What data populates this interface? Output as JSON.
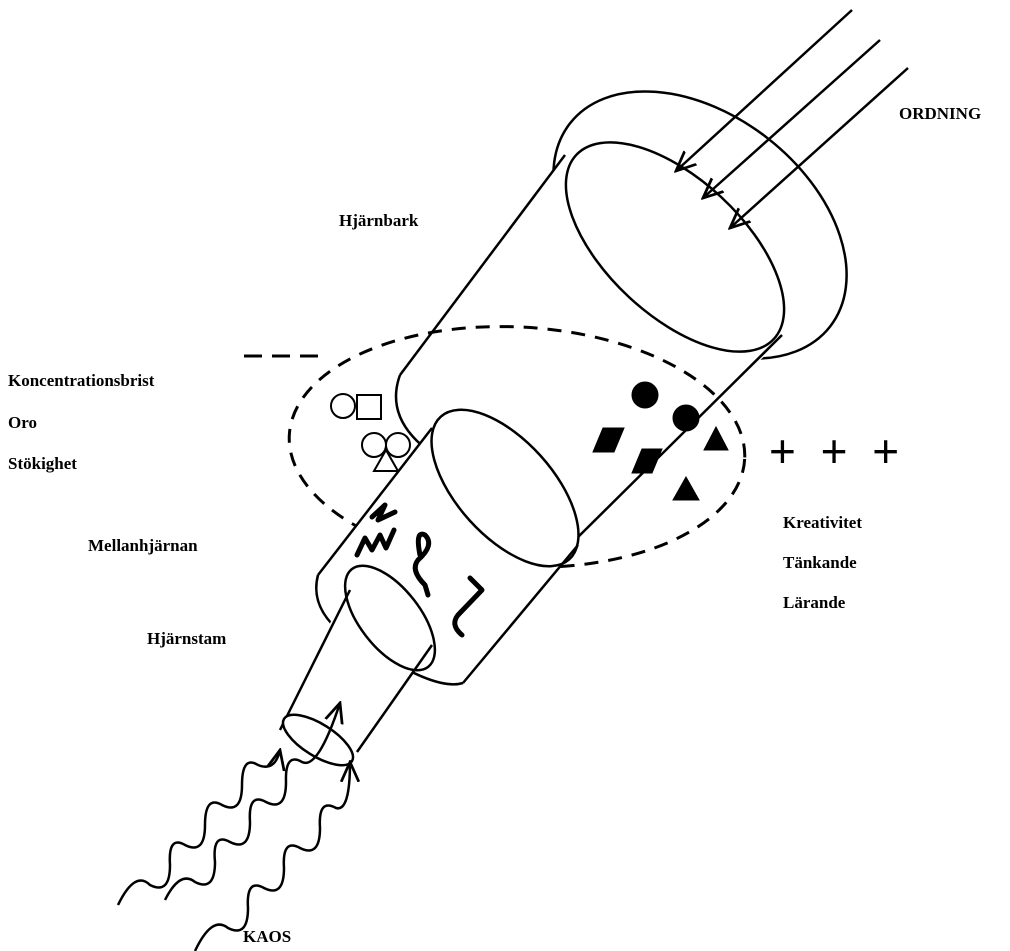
{
  "labels": {
    "ordning": "ORDNING",
    "hjarnbark": "Hjärnbark",
    "koncentrationsbrist": "Koncentrationsbrist",
    "oro": "Oro",
    "stokighet": "Stökighet",
    "mellanhjarnan": "Mellanhjärnan",
    "hjarnstam": "Hjärnstam",
    "kaos": "KAOS",
    "kreativitet": "Kreativitet",
    "tankande": "Tänkande",
    "larande": "Lärande",
    "plus_signs": "+++"
  },
  "colors": {
    "stroke": "#000000",
    "background": "#ffffff"
  }
}
